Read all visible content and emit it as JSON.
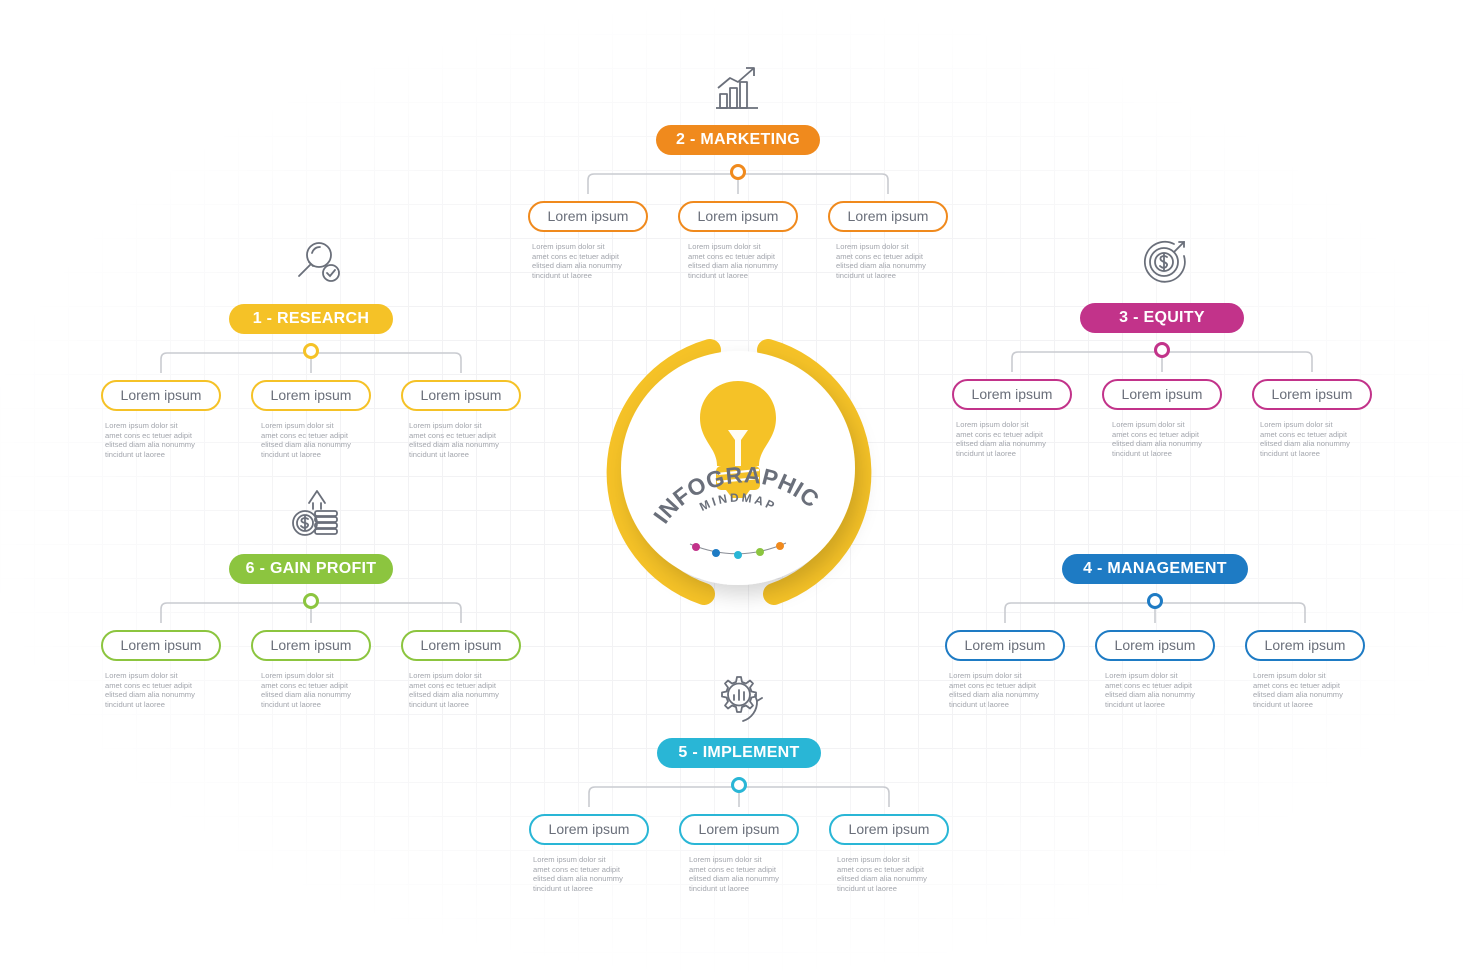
{
  "center": {
    "subtitle": "MINDMAP",
    "title": "INFOGRAPHIC",
    "accent_color": "#f5c227",
    "bulb_icon": "lightbulb-icon",
    "dot_colors": [
      "#c2338a",
      "#1e7bc4",
      "#29b6d6",
      "#8cc53f",
      "#f08a1d"
    ]
  },
  "branches": [
    {
      "id": "marketing",
      "label": "2 - MARKETING",
      "color": "#f08a1d",
      "icon": "growth-chart-icon",
      "items": [
        {
          "label": "Lorem ipsum",
          "text": [
            "Lorem ipsum dolor sit",
            "amet cons ec tetuer adipit",
            "elitsed diam alia nonummy",
            "tincidunt ut laoree"
          ]
        },
        {
          "label": "Lorem ipsum",
          "text": [
            "Lorem ipsum dolor sit",
            "amet cons ec tetuer adipit",
            "elitsed diam alia nonummy",
            "tincidunt ut laoree"
          ]
        },
        {
          "label": "Lorem ipsum",
          "text": [
            "Lorem ipsum dolor sit",
            "amet cons ec tetuer adipit",
            "elitsed diam alia nonummy",
            "tincidunt ut laoree"
          ]
        }
      ]
    },
    {
      "id": "research",
      "label": "1 - RESEARCH",
      "color": "#f5c227",
      "icon": "magnifier-check-icon",
      "items": [
        {
          "label": "Lorem ipsum",
          "text": [
            "Lorem ipsum dolor sit",
            "amet cons ec tetuer adipit",
            "elitsed diam alia nonummy",
            "tincidunt ut laoree"
          ]
        },
        {
          "label": "Lorem ipsum",
          "text": [
            "Lorem ipsum dolor sit",
            "amet cons ec tetuer adipit",
            "elitsed diam alia nonummy",
            "tincidunt ut laoree"
          ]
        },
        {
          "label": "Lorem ipsum",
          "text": [
            "Lorem ipsum dolor sit",
            "amet cons ec tetuer adipit",
            "elitsed diam alia nonummy",
            "tincidunt ut laoree"
          ]
        }
      ]
    },
    {
      "id": "equity",
      "label": "3 - EQUITY",
      "color": "#c2338a",
      "icon": "dollar-target-icon",
      "items": [
        {
          "label": "Lorem ipsum",
          "text": [
            "Lorem ipsum dolor sit",
            "amet cons ec tetuer adipit",
            "elitsed diam alia nonummy",
            "tincidunt ut laoree"
          ]
        },
        {
          "label": "Lorem ipsum",
          "text": [
            "Lorem ipsum dolor sit",
            "amet cons ec tetuer adipit",
            "elitsed diam alia nonummy",
            "tincidunt ut laoree"
          ]
        },
        {
          "label": "Lorem ipsum",
          "text": [
            "Lorem ipsum dolor sit",
            "amet cons ec tetuer adipit",
            "elitsed diam alia nonummy",
            "tincidunt ut laoree"
          ]
        }
      ]
    },
    {
      "id": "gain-profit",
      "label": "6 - GAIN PROFIT",
      "color": "#8cc53f",
      "icon": "coins-arrow-icon",
      "items": [
        {
          "label": "Lorem ipsum",
          "text": [
            "Lorem ipsum dolor sit",
            "amet cons ec tetuer adipit",
            "elitsed diam alia nonummy",
            "tincidunt ut laoree"
          ]
        },
        {
          "label": "Lorem ipsum",
          "text": [
            "Lorem ipsum dolor sit",
            "amet cons ec tetuer adipit",
            "elitsed diam alia nonummy",
            "tincidunt ut laoree"
          ]
        },
        {
          "label": "Lorem ipsum",
          "text": [
            "Lorem ipsum dolor sit",
            "amet cons ec tetuer adipit",
            "elitsed diam alia nonummy",
            "tincidunt ut laoree"
          ]
        }
      ]
    },
    {
      "id": "management",
      "label": "4 - MANAGEMENT",
      "color": "#1e7bc4",
      "icon": "none",
      "items": [
        {
          "label": "Lorem ipsum",
          "text": [
            "Lorem ipsum dolor sit",
            "amet cons ec tetuer adipit",
            "elitsed diam alia nonummy",
            "tincidunt ut laoree"
          ]
        },
        {
          "label": "Lorem ipsum",
          "text": [
            "Lorem ipsum dolor sit",
            "amet cons ec tetuer adipit",
            "elitsed diam alia nonummy",
            "tincidunt ut laoree"
          ]
        },
        {
          "label": "Lorem ipsum",
          "text": [
            "Lorem ipsum dolor sit",
            "amet cons ec tetuer adipit",
            "elitsed diam alia nonummy",
            "tincidunt ut laoree"
          ]
        }
      ]
    },
    {
      "id": "implement",
      "label": "5 - IMPLEMENT",
      "color": "#29b6d6",
      "icon": "gear-chart-icon",
      "items": [
        {
          "label": "Lorem ipsum",
          "text": [
            "Lorem ipsum dolor sit",
            "amet cons ec tetuer adipit",
            "elitsed diam alia nonummy",
            "tincidunt ut laoree"
          ]
        },
        {
          "label": "Lorem ipsum",
          "text": [
            "Lorem ipsum dolor sit",
            "amet cons ec tetuer adipit",
            "elitsed diam alia nonummy",
            "tincidunt ut laoree"
          ]
        },
        {
          "label": "Lorem ipsum",
          "text": [
            "Lorem ipsum dolor sit",
            "amet cons ec tetuer adipit",
            "elitsed diam alia nonummy",
            "tincidunt ut laoree"
          ]
        }
      ]
    }
  ]
}
